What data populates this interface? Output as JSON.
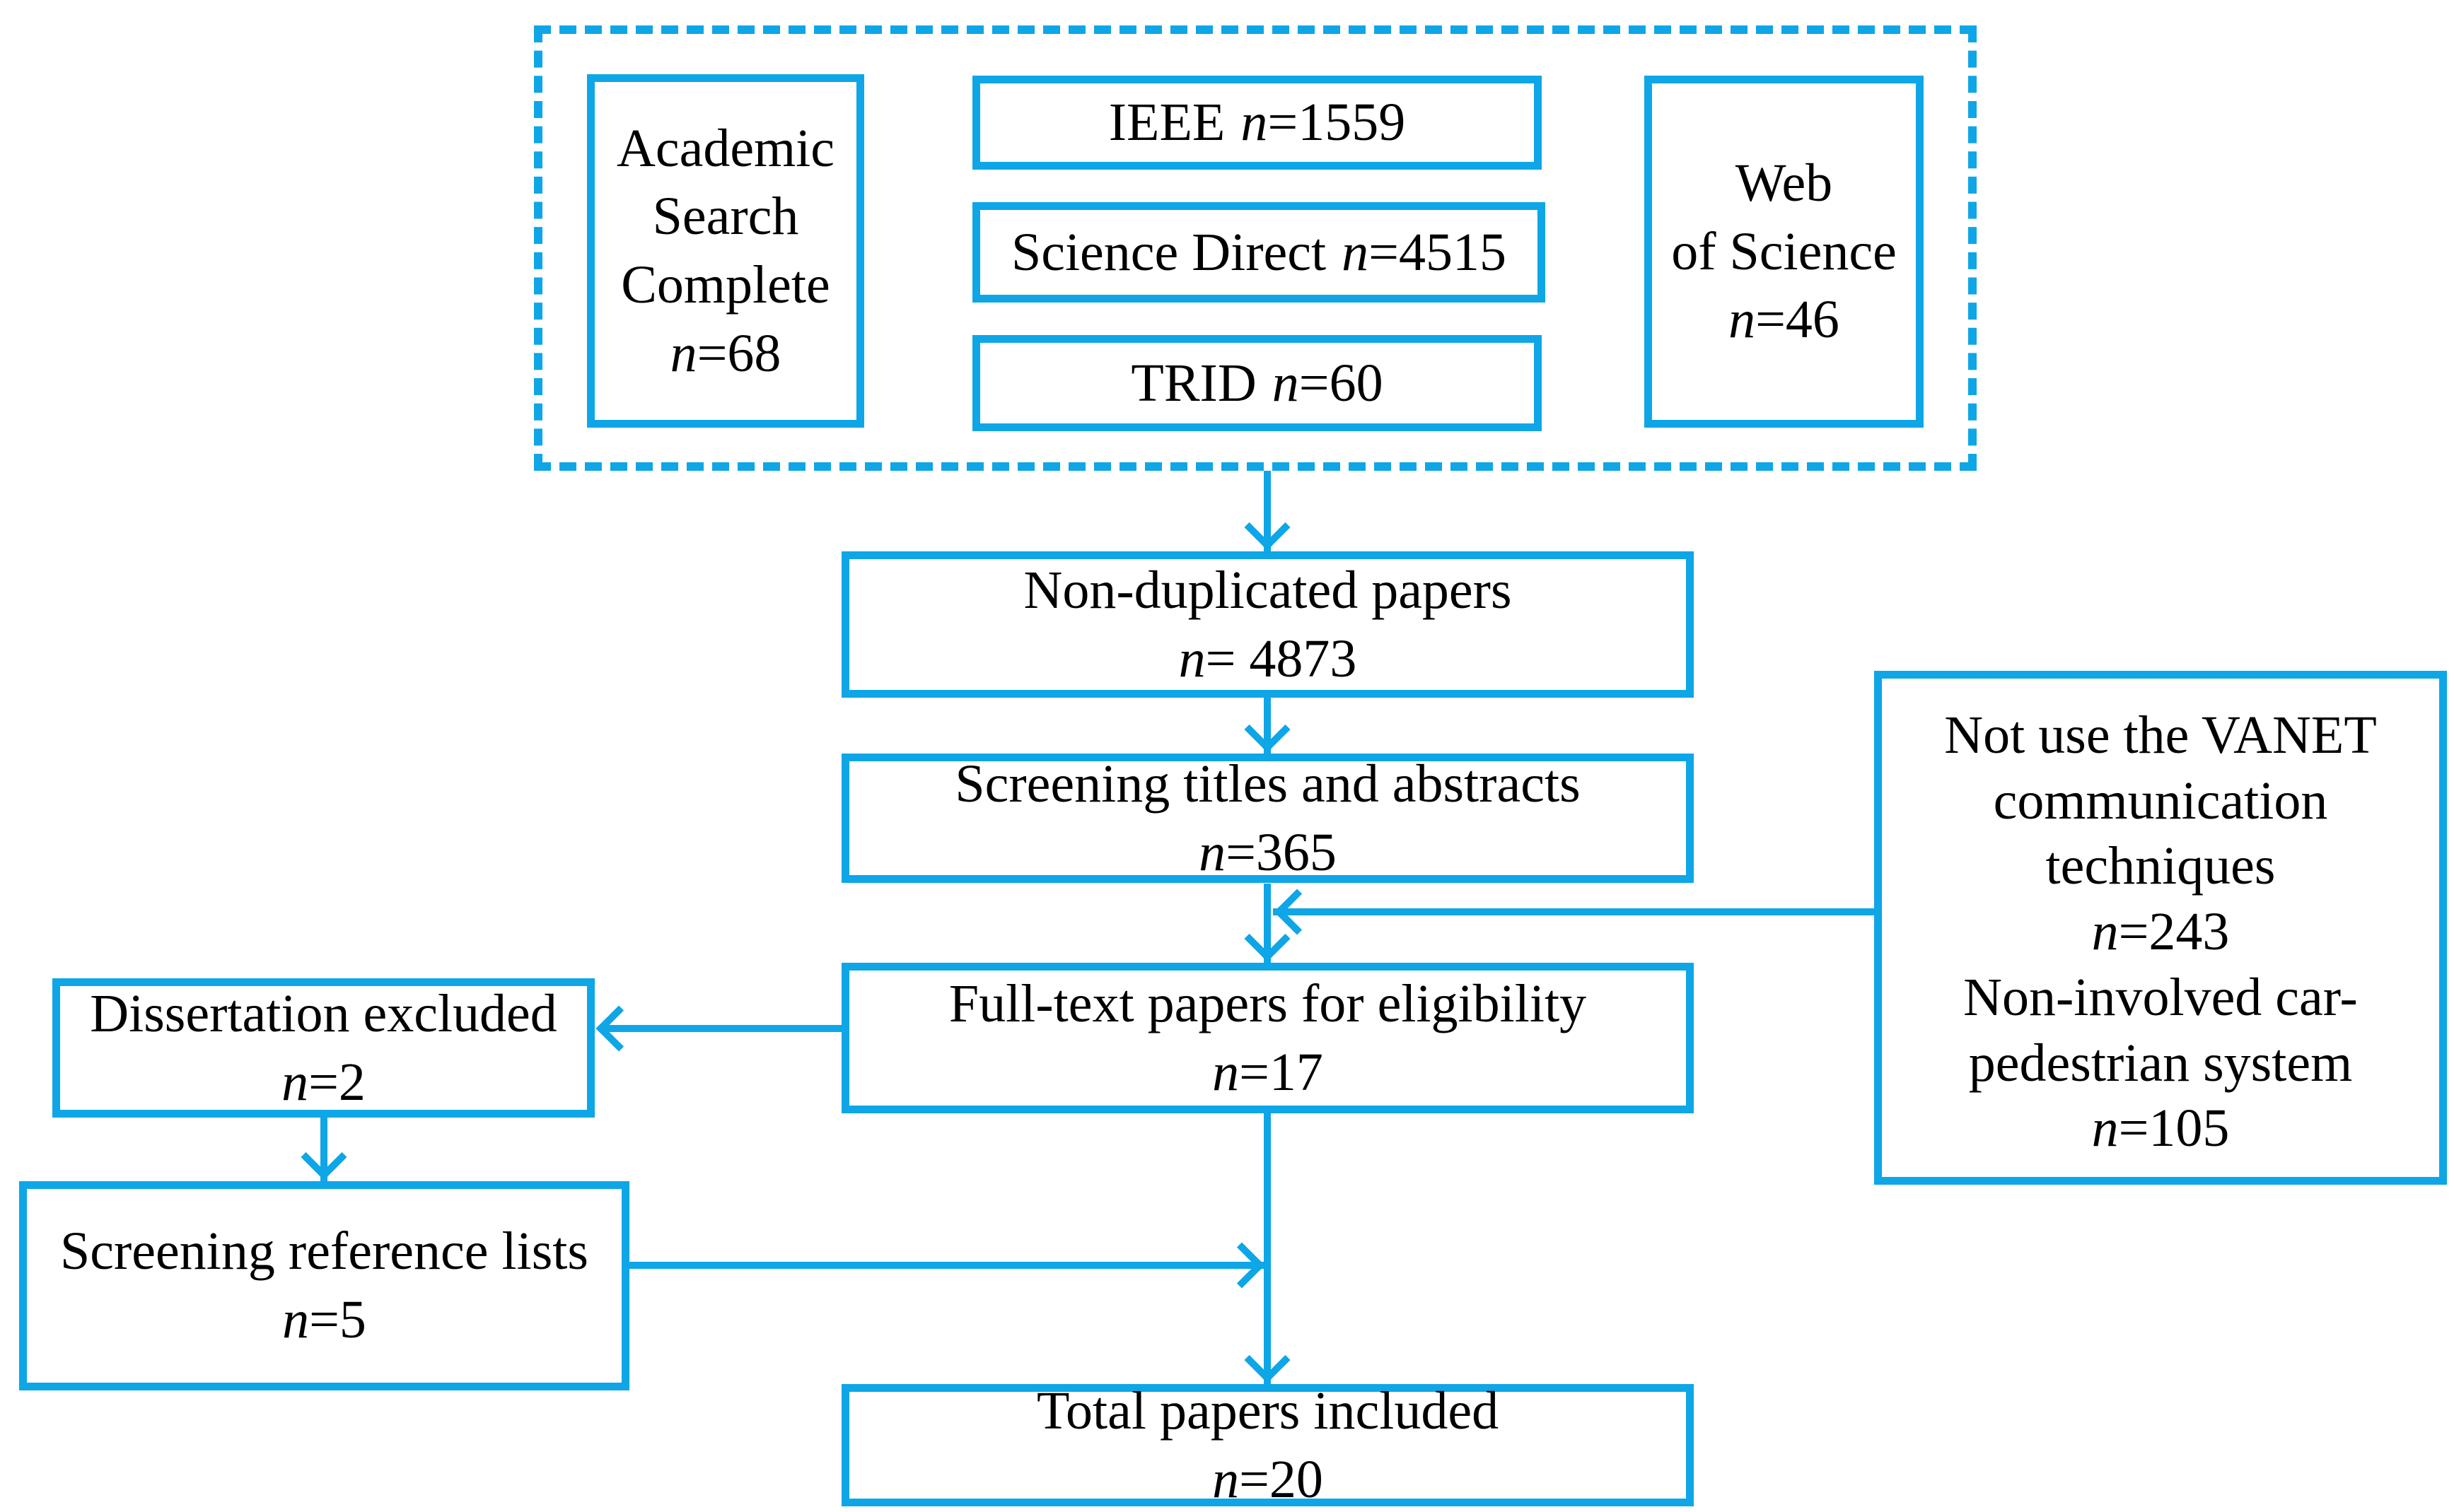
{
  "palette": {
    "accent": "#0ea6e6",
    "text": "#000000",
    "background": "#ffffff"
  },
  "flow": {
    "databases": {
      "academic": {
        "title": "Academic\nSearch\nComplete",
        "n": "n",
        "count": "=68"
      },
      "ieee": {
        "label": "IEEE",
        "n": "n",
        "count": "=1559"
      },
      "science_direct": {
        "label": "Science Direct",
        "n": "n",
        "count": "=4515"
      },
      "trid": {
        "label": "TRID",
        "n": "n",
        "count": "=60"
      },
      "web_of_science": {
        "title": "Web\nof Science",
        "n": "n",
        "count": "=46"
      }
    },
    "non_duplicated": {
      "title": "Non-duplicated papers",
      "n": "n",
      "count": "= 4873"
    },
    "screening_titles": {
      "title": "Screening titles and abstracts",
      "n": "n",
      "count": "=365"
    },
    "full_text": {
      "title": "Full-text papers for eligibility",
      "n": "n",
      "count": "=17"
    },
    "exclusion": {
      "entries": [
        {
          "title": "Not use the VANET\ncommunication\ntechniques",
          "n": "n",
          "count": "=243"
        },
        {
          "title": "Non-involved car-\npedestrian system",
          "n": "n",
          "count": "=105"
        }
      ]
    },
    "dissertation": {
      "title": "Dissertation excluded",
      "n": "n",
      "count": "=2"
    },
    "reference_lists": {
      "title": "Screening reference lists",
      "n": "n",
      "count": "=5"
    },
    "total": {
      "title": "Total papers included",
      "n": "n",
      "count": "=20"
    }
  }
}
